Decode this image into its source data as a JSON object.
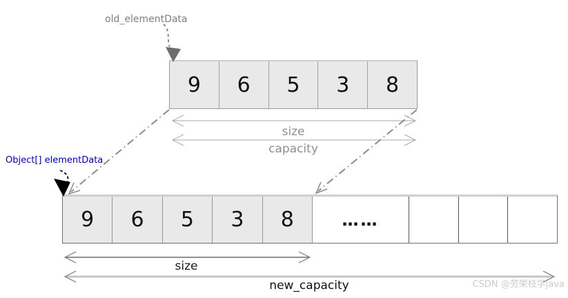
{
  "diagram": {
    "title_context": "ArrayList grow / elementData copy diagram",
    "old_array": {
      "pointer_label": "old_elementData",
      "cells": [
        "9",
        "6",
        "5",
        "3",
        "8"
      ],
      "size_label": "size",
      "capacity_label": "capacity"
    },
    "new_array": {
      "pointer_label": "Object[] elementData",
      "filled_cells": [
        "9",
        "6",
        "5",
        "3",
        "8"
      ],
      "ellipsis": "……",
      "empty_cell_count": 3,
      "size_label": "size",
      "capacity_label": "new_capacity"
    },
    "watermark": "CSDN @劳荣枝学java",
    "colors": {
      "cell_fill": "#e9e9e9",
      "cell_border": "#999999",
      "dark_border": "#555555",
      "gray_label": "#8f8f8f",
      "pointer_blue": "#0000cd",
      "arrow_gray": "#8a8a8a",
      "black": "#111111",
      "watermark_gray": "#cbcbcb"
    }
  }
}
